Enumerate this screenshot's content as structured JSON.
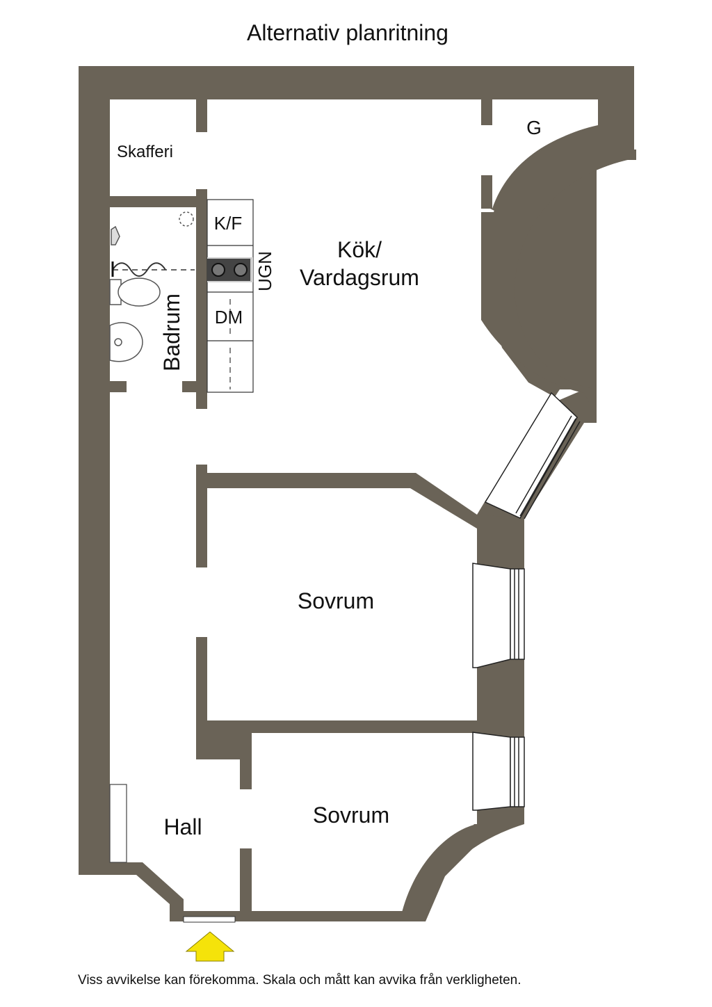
{
  "title": "Alternativ planritning",
  "disclaimer": "Viss avvikelse kan förekomma. Skala och mått kan avvika från verkligheten.",
  "rooms": {
    "skafferi": "Skafferi",
    "g": "G",
    "kf": "K/F",
    "ugn": "UGN",
    "dm": "DM",
    "kok_line1": "Kök/",
    "kok_line2": "Vardagsrum",
    "badrum": "Badrum",
    "sovrum_1": "Sovrum",
    "sovrum_2": "Sovrum",
    "hall": "Hall"
  },
  "colors": {
    "wall": "#6a6357",
    "entrance_arrow": "#f5e30a"
  }
}
